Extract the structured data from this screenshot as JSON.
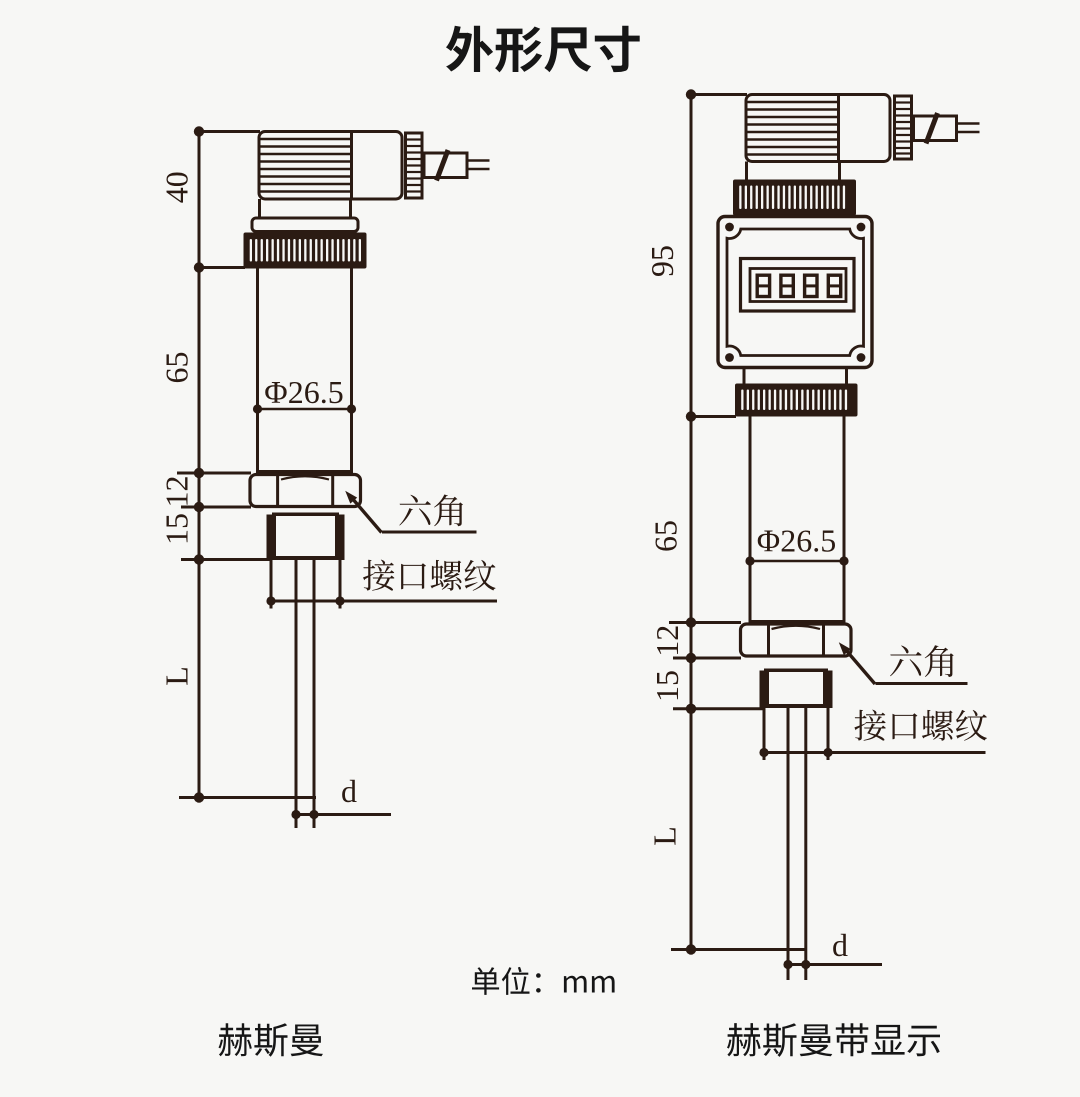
{
  "colors": {
    "background": "#f7f7f5",
    "ink": "#2b1b13",
    "text": "#161616"
  },
  "title": "外形尺寸",
  "unit_note": "单位：mm",
  "figures": [
    {
      "caption": "赫斯曼",
      "dim_labels": {
        "connector_height": "40",
        "body_height": "65",
        "hex_height": "12",
        "thread_height": "15",
        "probe_length": "L",
        "probe_diameter": "d",
        "body_diameter": "Φ26.5"
      },
      "annotations": {
        "hex": "六角",
        "thread": "接口螺纹"
      }
    },
    {
      "caption": "赫斯曼带显示",
      "display_digits": "8888",
      "dim_labels": {
        "head_height": "95",
        "body_height": "65",
        "hex_height": "12",
        "thread_height": "15",
        "probe_length": "L",
        "probe_diameter": "d",
        "body_diameter": "Φ26.5"
      },
      "annotations": {
        "hex": "六角",
        "thread": "接口螺纹"
      }
    }
  ]
}
